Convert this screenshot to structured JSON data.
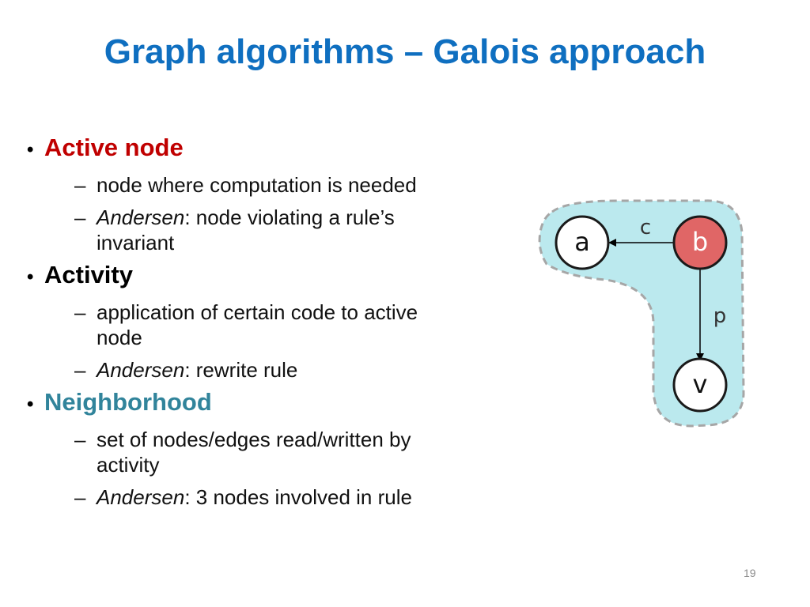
{
  "colors": {
    "title": "#0f6fc0",
    "active": "#c00000",
    "activity": "#000000",
    "neighborhood": "#31849b",
    "blob_fill": "#bbe9ee",
    "blob_stroke": "#a6a6a6",
    "node_b_fill": "#e06666"
  },
  "slide": {
    "title": "Graph algorithms – Galois approach",
    "bullets": [
      {
        "label": "Active node",
        "subs": [
          {
            "dash": "–",
            "lines": [
              "node where computation is needed"
            ]
          },
          {
            "dash": "–",
            "italic": "Andersen",
            "lines": [
              ": node violating a rule’s",
              "invariant"
            ]
          }
        ]
      },
      {
        "label": "Activity",
        "subs": [
          {
            "dash": "–",
            "lines": [
              "application of certain code to active",
              "node"
            ]
          },
          {
            "dash": "–",
            "italic": "Andersen",
            "lines": [
              ": rewrite rule"
            ]
          }
        ]
      },
      {
        "label": "Neighborhood",
        "subs": [
          {
            "dash": "–",
            "lines": [
              "set of nodes/edges read/written by",
              "activity"
            ]
          },
          {
            "dash": "–",
            "italic": "Andersen",
            "lines": [
              ": 3 nodes involved in rule"
            ]
          }
        ]
      }
    ],
    "page_number": "19"
  },
  "diagram": {
    "nodes": {
      "a": "a",
      "b": "b",
      "v": "v"
    },
    "edges": {
      "c": "c",
      "p": "p"
    }
  }
}
